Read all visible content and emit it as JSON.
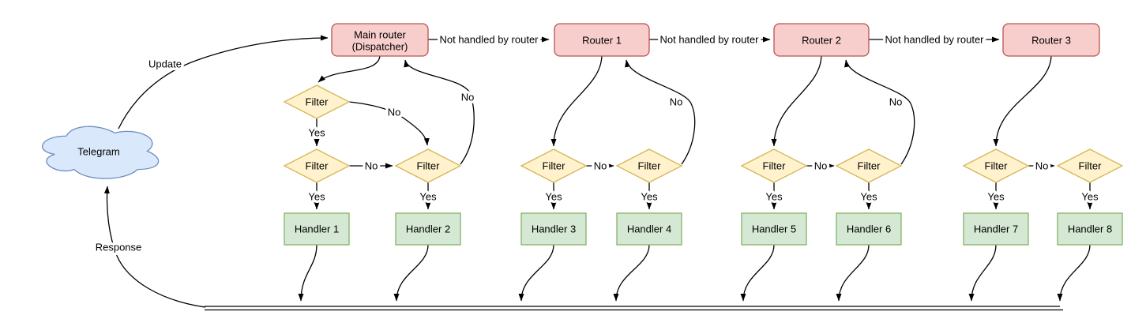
{
  "nodes": {
    "telegram": "Telegram",
    "main_router": {
      "line1": "Main router",
      "line2": "(Dispatcher)"
    },
    "routers": [
      "Router 1",
      "Router 2",
      "Router 3"
    ],
    "filter": "Filter",
    "handlers": [
      "Handler 1",
      "Handler 2",
      "Handler 3",
      "Handler 4",
      "Handler 5",
      "Handler 6",
      "Handler 7",
      "Handler 8"
    ]
  },
  "edge_labels": {
    "update": "Update",
    "response": "Response",
    "not_handled": "Not handled by router",
    "yes": "Yes",
    "no": "No"
  },
  "colors": {
    "router_fill": "#f8cecc",
    "router_stroke": "#b85450",
    "filter_fill": "#fff2cc",
    "filter_stroke": "#d6b656",
    "handler_fill": "#d5e8d4",
    "handler_stroke": "#82b366",
    "cloud_fill": "#dae8fc",
    "cloud_stroke": "#6c8ebf",
    "edge": "#000000",
    "background": "#ffffff"
  }
}
